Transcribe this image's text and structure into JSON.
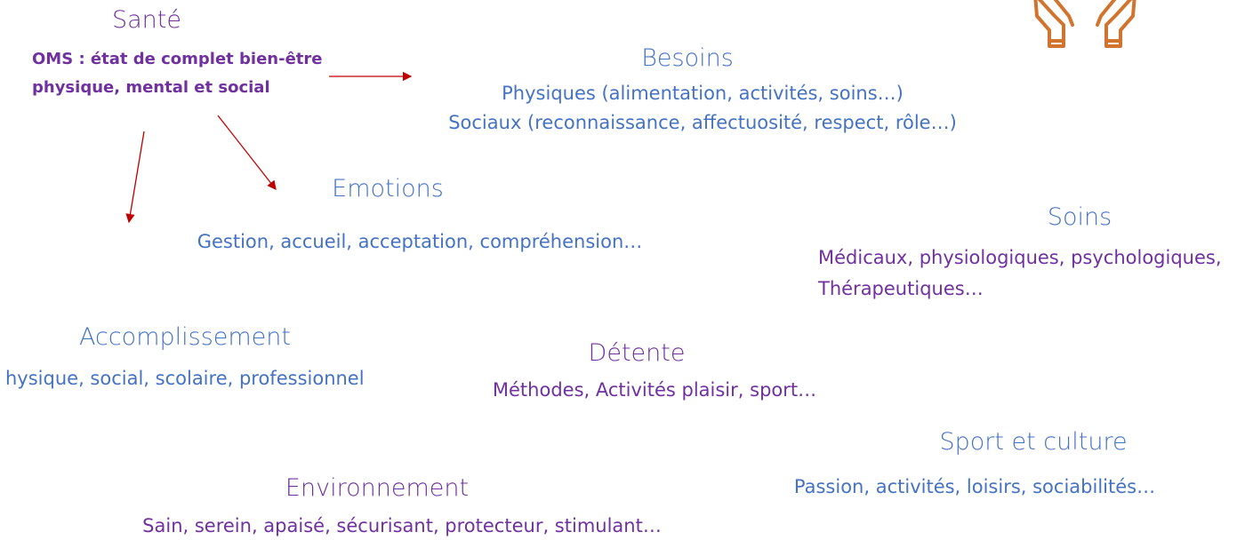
{
  "colors": {
    "blue": "#4472c4",
    "purple": "#7030a0",
    "arrow": "#c00000",
    "logo": "#d0742e"
  },
  "icons": {
    "logo": "caring-hands-icon"
  },
  "sante": {
    "title": "Santé",
    "definition_line1": "OMS : état de complet bien-être",
    "definition_line2": "physique, mental et social"
  },
  "besoins": {
    "title": "Besoins",
    "line1": "Physiques (alimentation, activités, soins…)",
    "line2": "Sociaux (reconnaissance, affectuosité, respect, rôle…)"
  },
  "emotions": {
    "title": "Emotions",
    "line1": "Gestion, accueil, acceptation, compréhension…"
  },
  "soins": {
    "title": "Soins",
    "line1": "Médicaux, physiologiques, psychologiques,",
    "line2": "Thérapeutiques…"
  },
  "accomplissement": {
    "title": "Accomplissement",
    "line1": "hysique, social, scolaire, professionnel"
  },
  "detente": {
    "title": "Détente",
    "line1": "Méthodes, Activités plaisir, sport…"
  },
  "sport_culture": {
    "title": "Sport et culture",
    "line1": "Passion, activités, loisirs, sociabilités…"
  },
  "environnement": {
    "title": "Environnement",
    "line1": "Sain, serein, apaisé, sécurisant, protecteur, stimulant…"
  }
}
